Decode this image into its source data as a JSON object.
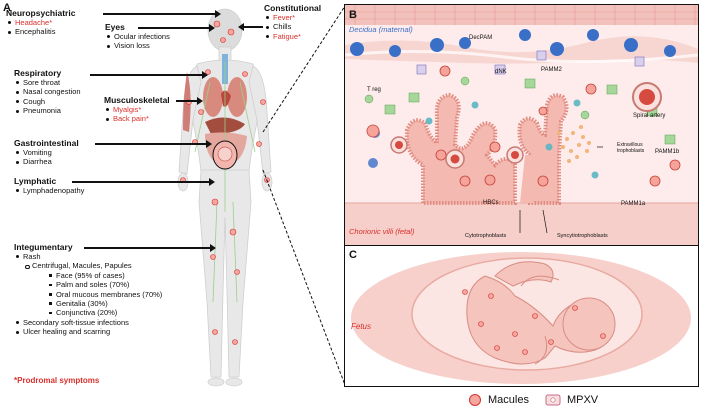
{
  "panelA": {
    "letter": "A",
    "neuro": {
      "title": "Neuropsychiatric",
      "items": [
        "Headache*",
        "Encephalitis"
      ]
    },
    "eyes": {
      "title": "Eyes",
      "items": [
        "Ocular infections",
        "Vision loss"
      ]
    },
    "constitutional": {
      "title": "Constitutional",
      "items": [
        "Fever*",
        "Chills",
        "Fatigue*"
      ]
    },
    "respiratory": {
      "title": "Respiratory",
      "items": [
        "Sore throat",
        "Nasal congestion",
        "Cough",
        "Pneumonia"
      ]
    },
    "musculo": {
      "title": "Musculoskeletal",
      "items": [
        "Myalgis*",
        "Back pain*"
      ]
    },
    "gastro": {
      "title": "Gastrointestinal",
      "items": [
        "Vomiting",
        "Diarrhea"
      ]
    },
    "lymphatic": {
      "title": "Lymphatic",
      "items": [
        "Lymphadenopathy"
      ]
    },
    "integ": {
      "title": "Integumentary",
      "rash": "Rash",
      "rash_sub": "Centrifugal, Macules, Papules",
      "rash_items": [
        "Face (95% of cases)",
        "Palm and soles (70%)",
        "Oral mucous membranes (70%)",
        "Genitalia (30%)",
        "Conjunctiva (20%)"
      ],
      "extra": [
        "Secondary soft-tissue infections",
        "Ulcer healing and scarring"
      ]
    },
    "prodromal": "*Prodromal symptoms"
  },
  "panelB": {
    "letter": "B",
    "decidua": "Decidua (maternal)",
    "chorionic": "Chorionic villi (fetal)",
    "labels": {
      "decpam": "DecPAM",
      "pamm2": "PAMM2",
      "dnk": "dNK",
      "treg": "T reg",
      "spiral": "Spiral artery",
      "evt": "Extravillous trophoblasts",
      "pamm1b": "PAMM1b",
      "hbcs": "HBCs",
      "pamm1a": "PAMM1a",
      "cyto": "Cytotrophoblasts",
      "syncytio": "Syncytiotrophoblasts"
    }
  },
  "panelC": {
    "letter": "C",
    "fetus": "Fetus"
  },
  "legend": {
    "macules": "Macules",
    "mpxv": "MPXV"
  },
  "colors": {
    "red": "#d9302c",
    "uterus": "#f6c6c0",
    "placenta": "#f9e3e0"
  }
}
